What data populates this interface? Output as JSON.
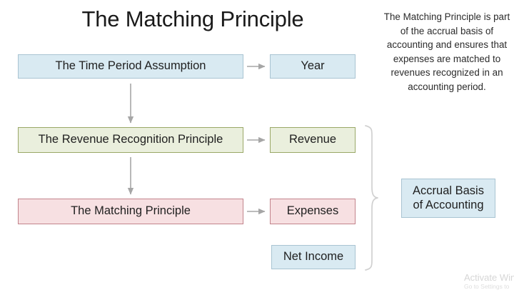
{
  "title": "The Matching Principle",
  "description": "The Matching Principle is part of the accrual basis of accounting and ensures that expenses are matched to revenues recognized in an accounting period.",
  "diagram": {
    "rows": [
      {
        "principle": "The Time Period Assumption",
        "result": "Year",
        "color": "#d9eaf2",
        "border": "#a9c4d2"
      },
      {
        "principle": "The Revenue Recognition Principle",
        "result": "Revenue",
        "color": "#eaefdd",
        "border": "#9aa868"
      },
      {
        "principle": "The Matching Principle",
        "result": "Expenses",
        "color": "#f7e0e2",
        "border": "#c2848c"
      }
    ],
    "net_income": "Net Income",
    "grouped_label_line1": "Accrual Basis",
    "grouped_label_line2": "of Accounting",
    "arrow_color": "#a6a6a6",
    "brace_color": "#d0d0d0"
  },
  "watermark": {
    "line1": "Activate Win",
    "line2": "Go to Settings to"
  }
}
